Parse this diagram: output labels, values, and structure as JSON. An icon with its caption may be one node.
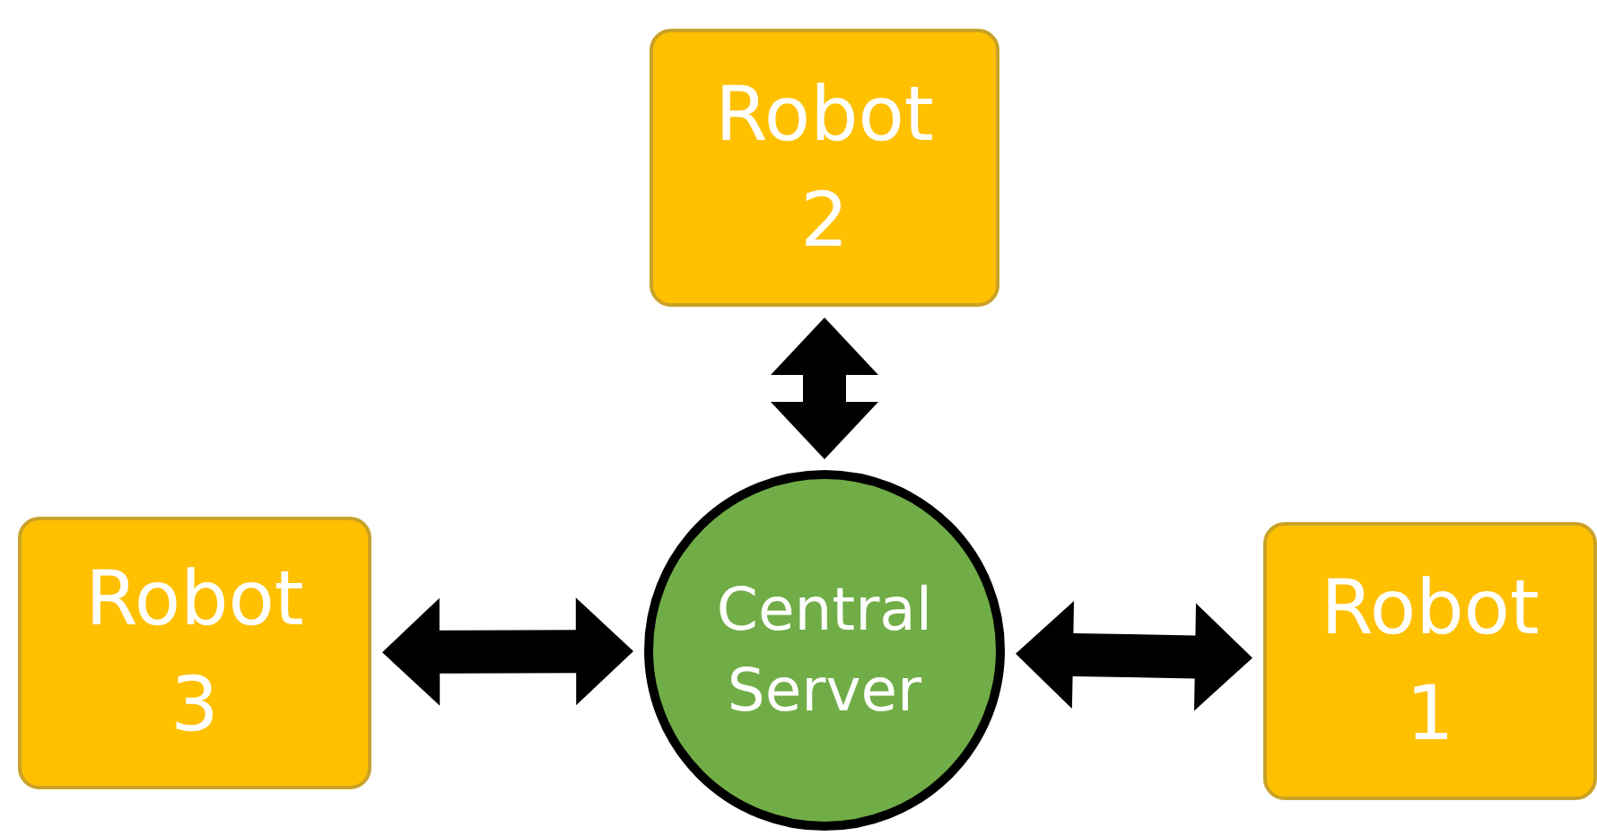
{
  "diagram": {
    "nodes": [
      {
        "text": [
          "Robot 2"
        ]
      },
      {
        "text": [
          "Robot 3"
        ]
      },
      {
        "text": [
          "Central Server"
        ]
      },
      {
        "text": [
          "Robot 1"
        ]
      }
    ],
    "edges": [
      {
        "from": 2,
        "to": 0,
        "arrow": "both"
      },
      {
        "from": 2,
        "to": 1,
        "arrow": "both"
      },
      {
        "from": 2,
        "to": 3,
        "arrow": "both"
      }
    ]
  }
}
